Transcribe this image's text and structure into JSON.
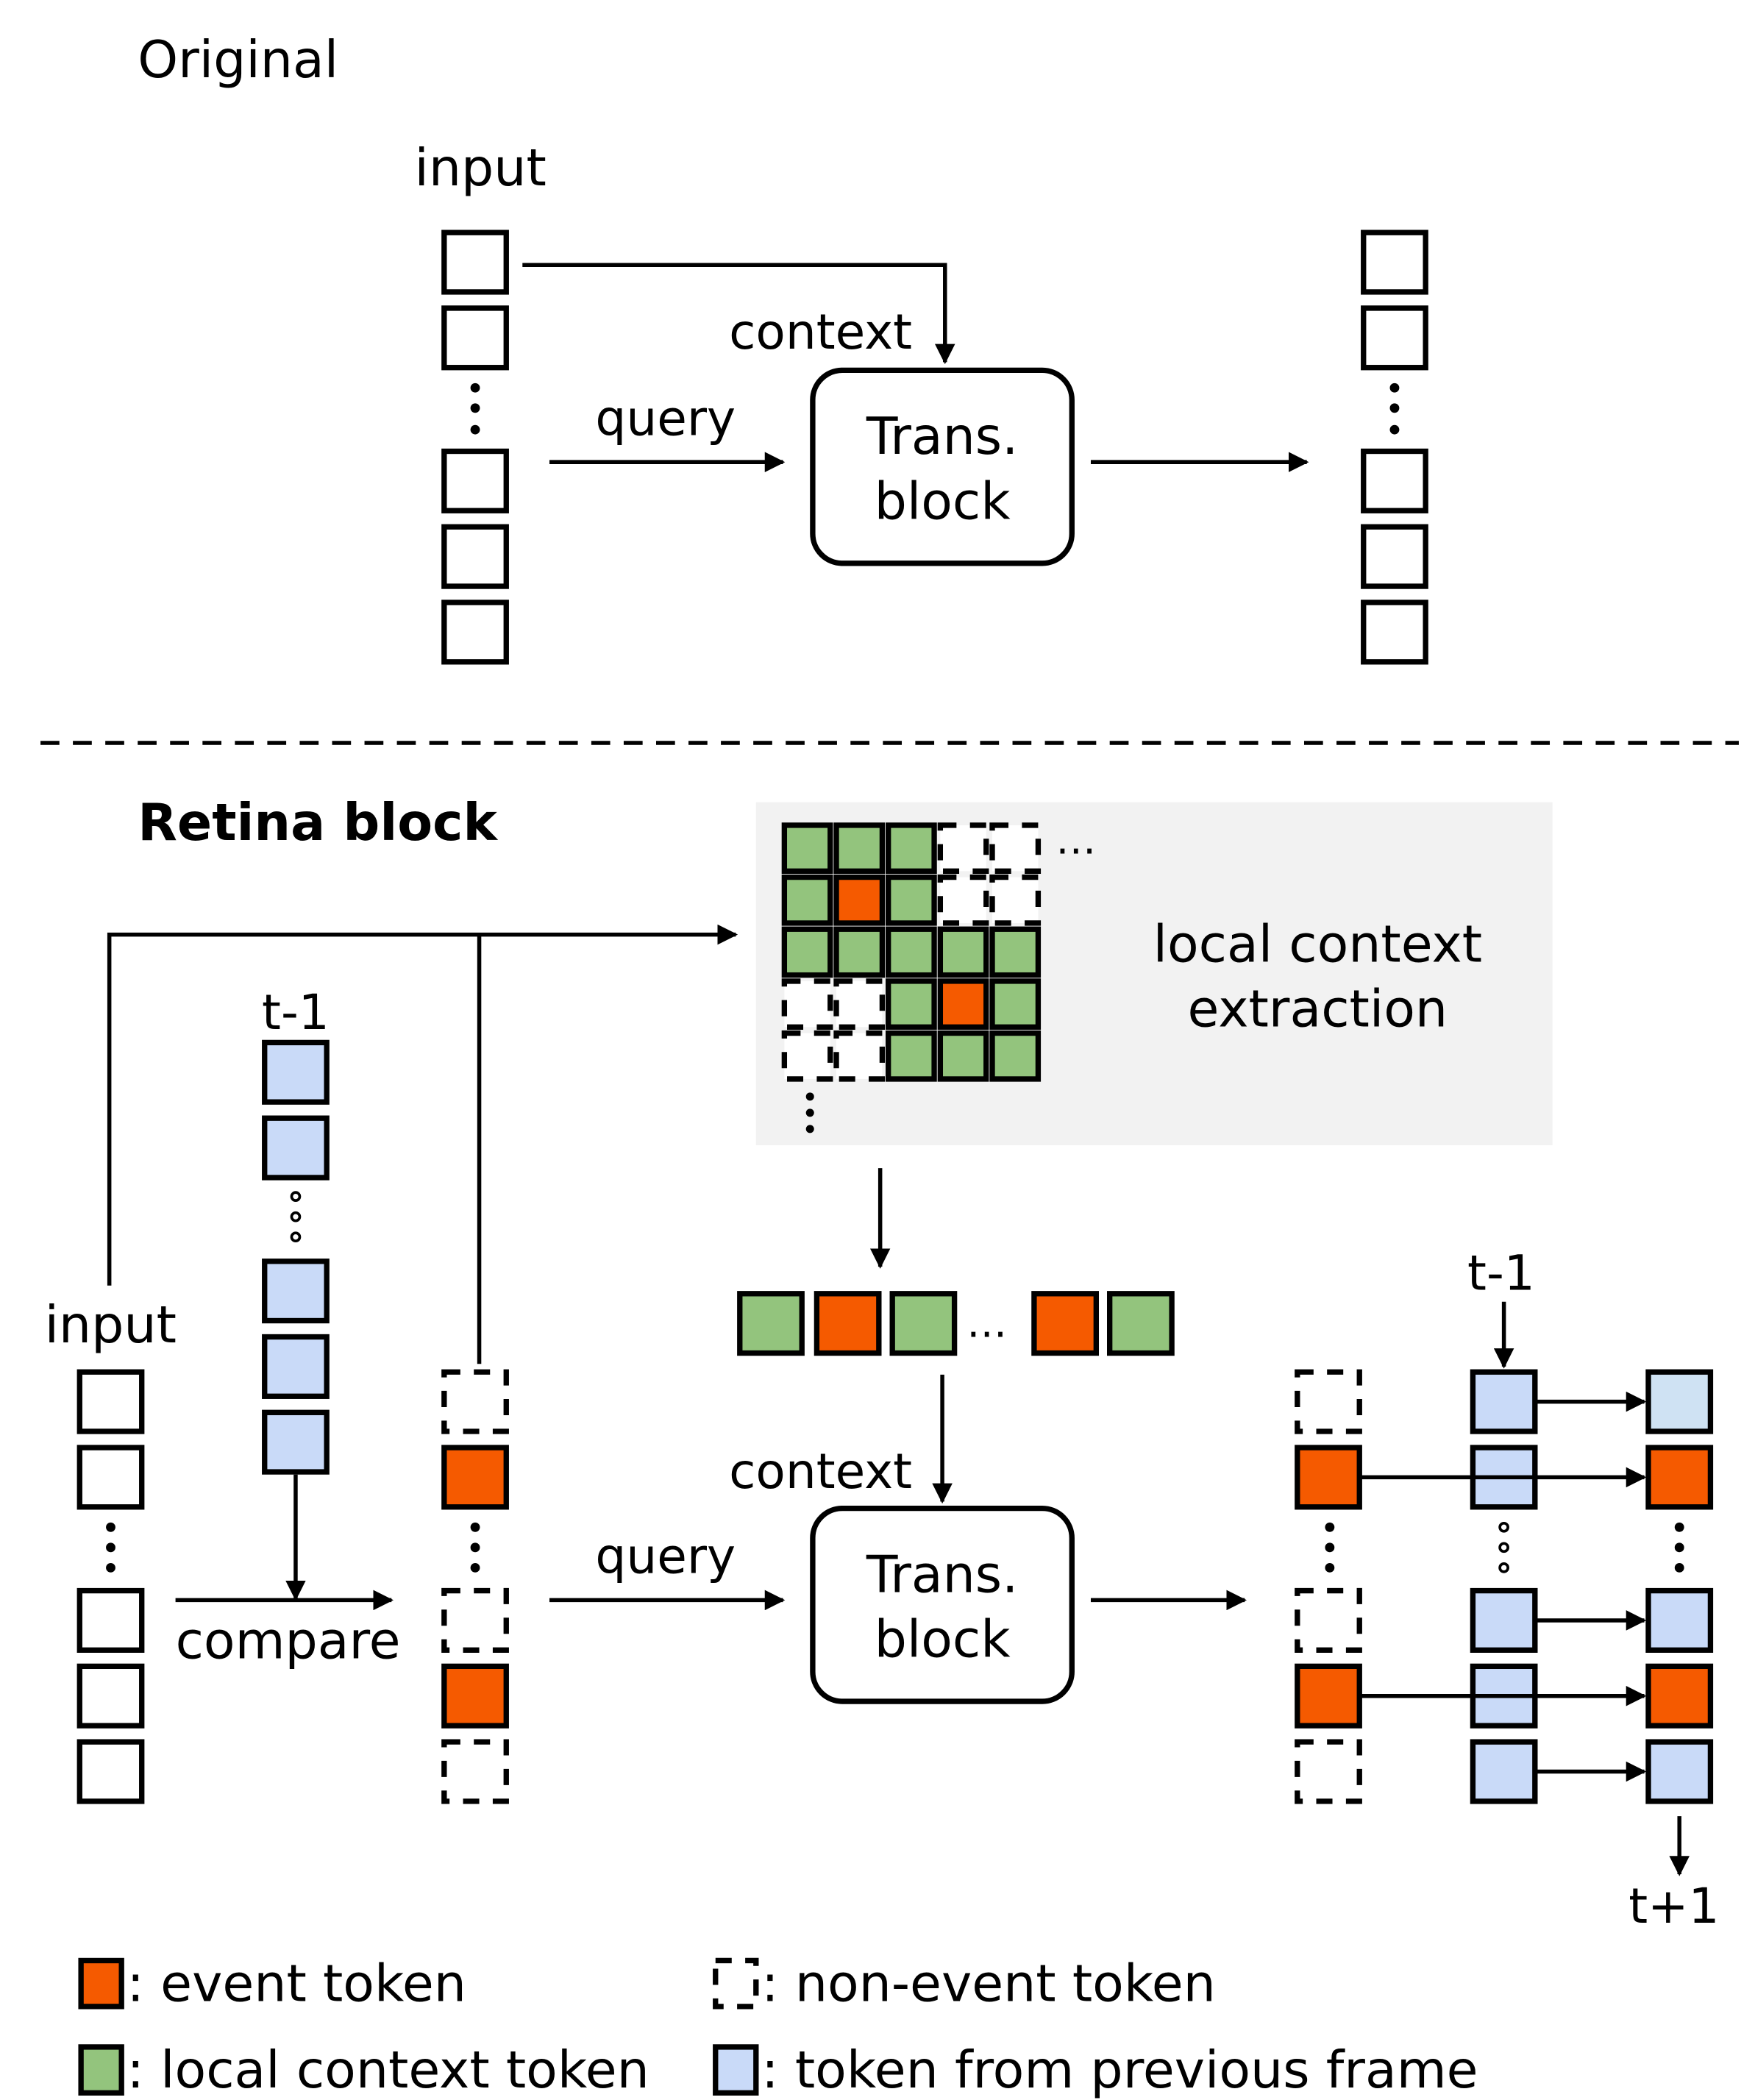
{
  "colors": {
    "event": "#f55a00",
    "local_context": "#93c47d",
    "previous_frame": "#c9daf8",
    "previous_frame_light": "#cfe2f3",
    "panel_bg": "#f2f2f2",
    "outline": "#000000"
  },
  "original": {
    "title": "Original",
    "input_label": "input",
    "context_label": "context",
    "query_label": "query",
    "block_line1": "Trans.",
    "block_line2": "block"
  },
  "retina": {
    "title": "Retina block",
    "input_label": "input",
    "prev_label": "t-1",
    "compare_label": "compare",
    "context_label": "context",
    "query_label": "query",
    "block_line1": "Trans.",
    "block_line2": "block",
    "extraction_line1": "local context",
    "extraction_line2": "extraction",
    "out_prev_label": "t-1",
    "next_label": "t+1",
    "grid": [
      [
        "local",
        "local",
        "local",
        "none",
        "none"
      ],
      [
        "local",
        "event",
        "local",
        "none",
        "none"
      ],
      [
        "local",
        "local",
        "local",
        "local",
        "local"
      ],
      [
        "none",
        "none",
        "local",
        "event",
        "local"
      ],
      [
        "none",
        "none",
        "local",
        "local",
        "local"
      ]
    ],
    "sequence": [
      "local",
      "event",
      "local",
      "...",
      "event",
      "local"
    ],
    "selected_column": [
      "none",
      "event",
      "...",
      "none",
      "event",
      "none"
    ]
  },
  "legend": [
    {
      "type": "event",
      "label": ": event token"
    },
    {
      "type": "none",
      "label": ": non-event token"
    },
    {
      "type": "local",
      "label": ": local context token"
    },
    {
      "type": "prev",
      "label": ": token from previous frame"
    }
  ]
}
